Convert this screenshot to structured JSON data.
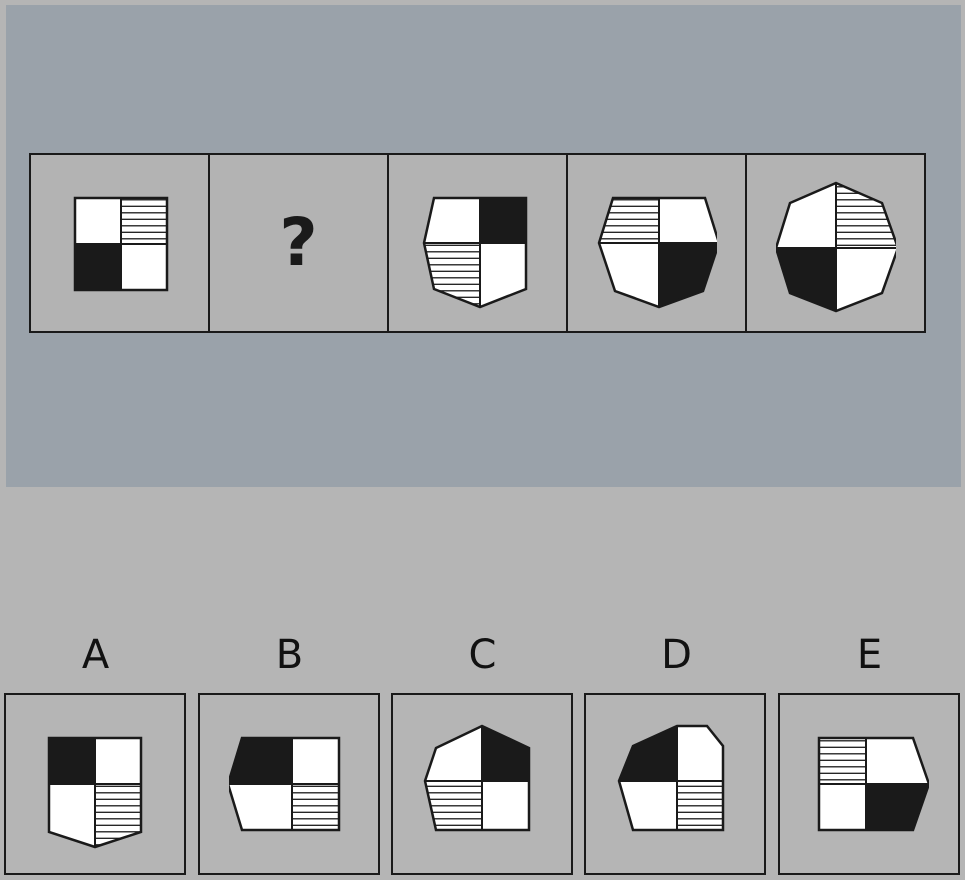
{
  "question": {
    "placeholder": "?"
  },
  "options": {
    "labels": [
      "A",
      "B",
      "C",
      "D",
      "E"
    ]
  },
  "colors": {
    "background": "#b5b5b5",
    "panel": "#9aa2aa",
    "ink": "#1a1a1a"
  }
}
